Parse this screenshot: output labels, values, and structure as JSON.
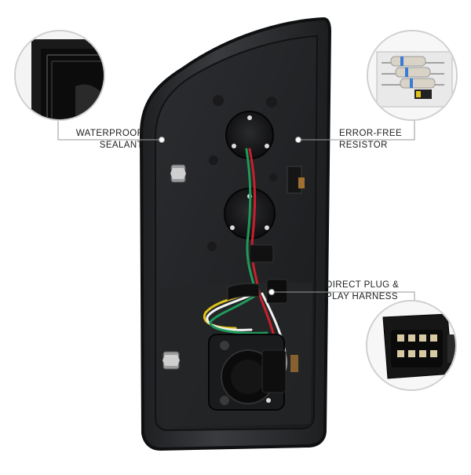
{
  "features": {
    "sealant": {
      "line1": "WATERPROOF",
      "line2": "SEALANT",
      "icon": "sealant-closeup"
    },
    "resistor": {
      "line1": "ERROR-FREE",
      "line2": "RESISTOR",
      "icon": "resistor-closeup"
    },
    "harness": {
      "line1": "DIRECT PLUG &",
      "line2": "PLAY HARNESS",
      "icon": "connector-closeup"
    }
  },
  "colors": {
    "housing": "#2b2c2e",
    "housing_edge": "#121314",
    "callout_line": "#9a9a9a",
    "wire_red": "#c8202c",
    "wire_green": "#1f9a5a",
    "wire_yellow": "#e0c21a",
    "wire_white": "#f2f2f2",
    "wire_blue": "#3a7bd5"
  }
}
